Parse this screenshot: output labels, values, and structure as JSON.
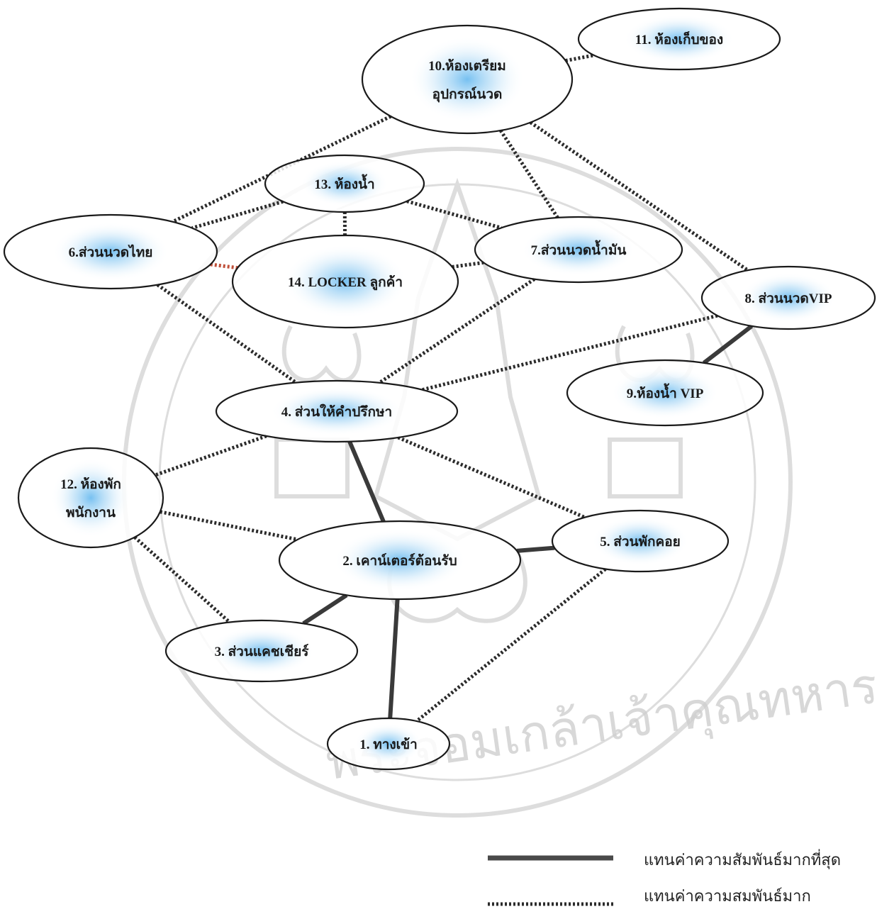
{
  "nodes": [
    {
      "id": "n1",
      "lines": [
        "1. ทางเข้า"
      ]
    },
    {
      "id": "n2",
      "lines": [
        "2. เคาน์เตอร์ต้อนรับ"
      ]
    },
    {
      "id": "n3",
      "lines": [
        "3. ส่วนแคชเชียร์"
      ]
    },
    {
      "id": "n4",
      "lines": [
        "4. ส่วนให้คำปรึกษา"
      ]
    },
    {
      "id": "n5",
      "lines": [
        "5. ส่วนพักคอย"
      ]
    },
    {
      "id": "n6",
      "lines": [
        "6.ส่วนนวดไทย"
      ]
    },
    {
      "id": "n7",
      "lines": [
        "7.ส่วนนวดน้ำมัน"
      ]
    },
    {
      "id": "n8",
      "lines": [
        "8. ส่วนนวดVIP"
      ]
    },
    {
      "id": "n9",
      "lines": [
        "9.ห้องน้ำ VIP"
      ]
    },
    {
      "id": "n10",
      "lines": [
        "10.ห้องเตรียม",
        "อุปกรณ์นวด"
      ]
    },
    {
      "id": "n11",
      "lines": [
        "11. ห้องเก็บของ"
      ]
    },
    {
      "id": "n12",
      "lines": [
        "12. ห้องพัก",
        "พนักงาน"
      ]
    },
    {
      "id": "n13",
      "lines": [
        "13. ห้องน้ำ"
      ]
    },
    {
      "id": "n14",
      "lines": [
        "14. LOCKER ลูกค้า"
      ]
    }
  ],
  "edges": [
    {
      "from": "n2",
      "to": "n4",
      "type": "strongest"
    },
    {
      "from": "n2",
      "to": "n1",
      "type": "strongest"
    },
    {
      "from": "n2",
      "to": "n3",
      "type": "strongest"
    },
    {
      "from": "n2",
      "to": "n5",
      "type": "strongest"
    },
    {
      "from": "n8",
      "to": "n9",
      "type": "strongest"
    },
    {
      "from": "n10",
      "to": "n11",
      "type": "strong"
    },
    {
      "from": "n10",
      "to": "n6",
      "type": "strong"
    },
    {
      "from": "n10",
      "to": "n7",
      "type": "strong"
    },
    {
      "from": "n10",
      "to": "n8",
      "type": "strong"
    },
    {
      "from": "n13",
      "to": "n6",
      "type": "strong"
    },
    {
      "from": "n13",
      "to": "n14",
      "type": "strong"
    },
    {
      "from": "n13",
      "to": "n7",
      "type": "strong"
    },
    {
      "from": "n14",
      "to": "n7",
      "type": "strong"
    },
    {
      "from": "n6",
      "to": "n14",
      "type": "strong-red"
    },
    {
      "from": "n6",
      "to": "n4",
      "type": "strong"
    },
    {
      "from": "n7",
      "to": "n4",
      "type": "strong"
    },
    {
      "from": "n8",
      "to": "n4",
      "type": "strong"
    },
    {
      "from": "n4",
      "to": "n12",
      "type": "strong"
    },
    {
      "from": "n4",
      "to": "n5",
      "type": "strong"
    },
    {
      "from": "n12",
      "to": "n2",
      "type": "strong"
    },
    {
      "from": "n12",
      "to": "n3",
      "type": "strong"
    },
    {
      "from": "n5",
      "to": "n1",
      "type": "strong"
    }
  ],
  "legend": {
    "solid_label": "แทนค่าความสัมพันธ์มากที่สุด",
    "dotted_label": "แทนค่าความสมพันธ์มาก"
  },
  "watermark_text": "พระจอมเกล้าเจ้าคุณทหารลาดกระบัง เทคโนโลยี สถาบัน",
  "colors": {
    "node_glow": "#7fc4ee",
    "edge": "#2b2b2b",
    "edge_red": "#c0503a",
    "watermark": "#cfcfcf"
  }
}
